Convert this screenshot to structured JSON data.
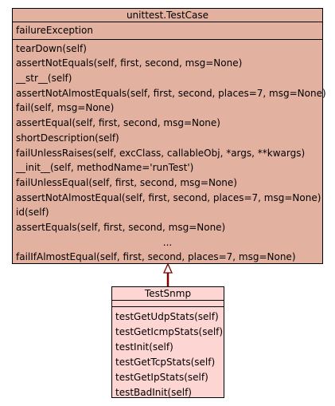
{
  "colors": {
    "base_class_fill": "#e3b1a0",
    "derived_class_fill": "#fdd5d3",
    "edge_color": "#7f0000",
    "border_color": "#000000"
  },
  "base_class": {
    "name": "unittest.TestCase",
    "attributes": [
      "failureException"
    ],
    "methods": [
      "tearDown(self)",
      "assertNotEquals(self, first, second, msg=None)",
      "__str__(self)",
      "assertNotAlmostEquals(self, first, second, places=7, msg=None)",
      "fail(self, msg=None)",
      "assertEqual(self, first, second, msg=None)",
      "shortDescription(self)",
      "failUnlessRaises(self, excClass, callableObj, *args, **kwargs)",
      "__init__(self, methodName='runTest')",
      "failUnlessEqual(self, first, second, msg=None)",
      "assertNotAlmostEqual(self, first, second, places=7, msg=None)",
      "id(self)",
      "assertEquals(self, first, second, msg=None)",
      "...",
      "failIfAlmostEqual(self, first, second, places=7, msg=None)"
    ]
  },
  "derived_class": {
    "name": "TestSnmp",
    "attributes": [],
    "methods": [
      "testGetUdpStats(self)",
      "testGetIcmpStats(self)",
      "testInit(self)",
      "testGetTcpStats(self)",
      "testGetIpStats(self)",
      "testBadInit(self)"
    ]
  }
}
